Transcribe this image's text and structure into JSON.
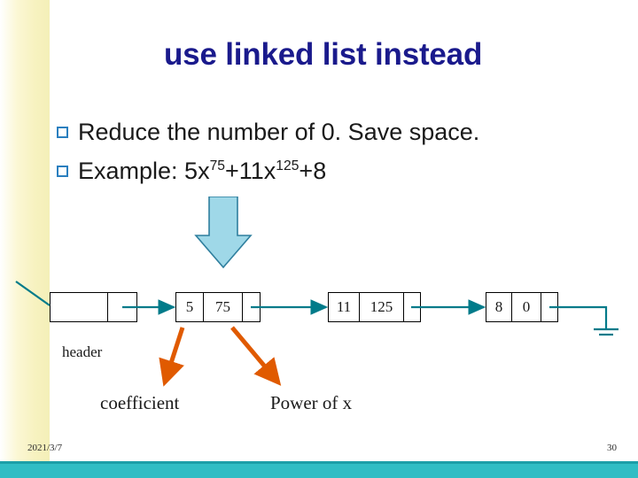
{
  "slide": {
    "title": "use linked list instead",
    "bullets": [
      {
        "text_before": "Reduce the number of 0. Save space.",
        "has_sup": false
      },
      {
        "text_before": "Example: 5x",
        "sup1": "75",
        "mid": "+11x",
        "sup2": "125",
        "text_after": "+8",
        "has_sup": true
      }
    ],
    "bullet_marker": "square-bullet",
    "nodes": [
      {
        "name": "header-node",
        "cells": [
          "",
          ""
        ]
      },
      {
        "name": "term-node-1",
        "cells": [
          "5",
          "75",
          ""
        ]
      },
      {
        "name": "term-node-2",
        "cells": [
          "11",
          "125",
          ""
        ]
      },
      {
        "name": "term-node-3",
        "cells": [
          "8",
          "0",
          ""
        ]
      }
    ],
    "labels": {
      "header": "header",
      "coefficient": "coefficient",
      "power": "Power of x"
    },
    "footer": {
      "date": "2021/3/7",
      "page": "30"
    },
    "colors": {
      "title": "#1a1a8c",
      "arrow_blue": "#3aa6c8",
      "arrow_orange": "#e05a00",
      "link_teal": "#007b8a",
      "band": "#f4efb8",
      "bottom_bar": "#30bdc4"
    }
  }
}
